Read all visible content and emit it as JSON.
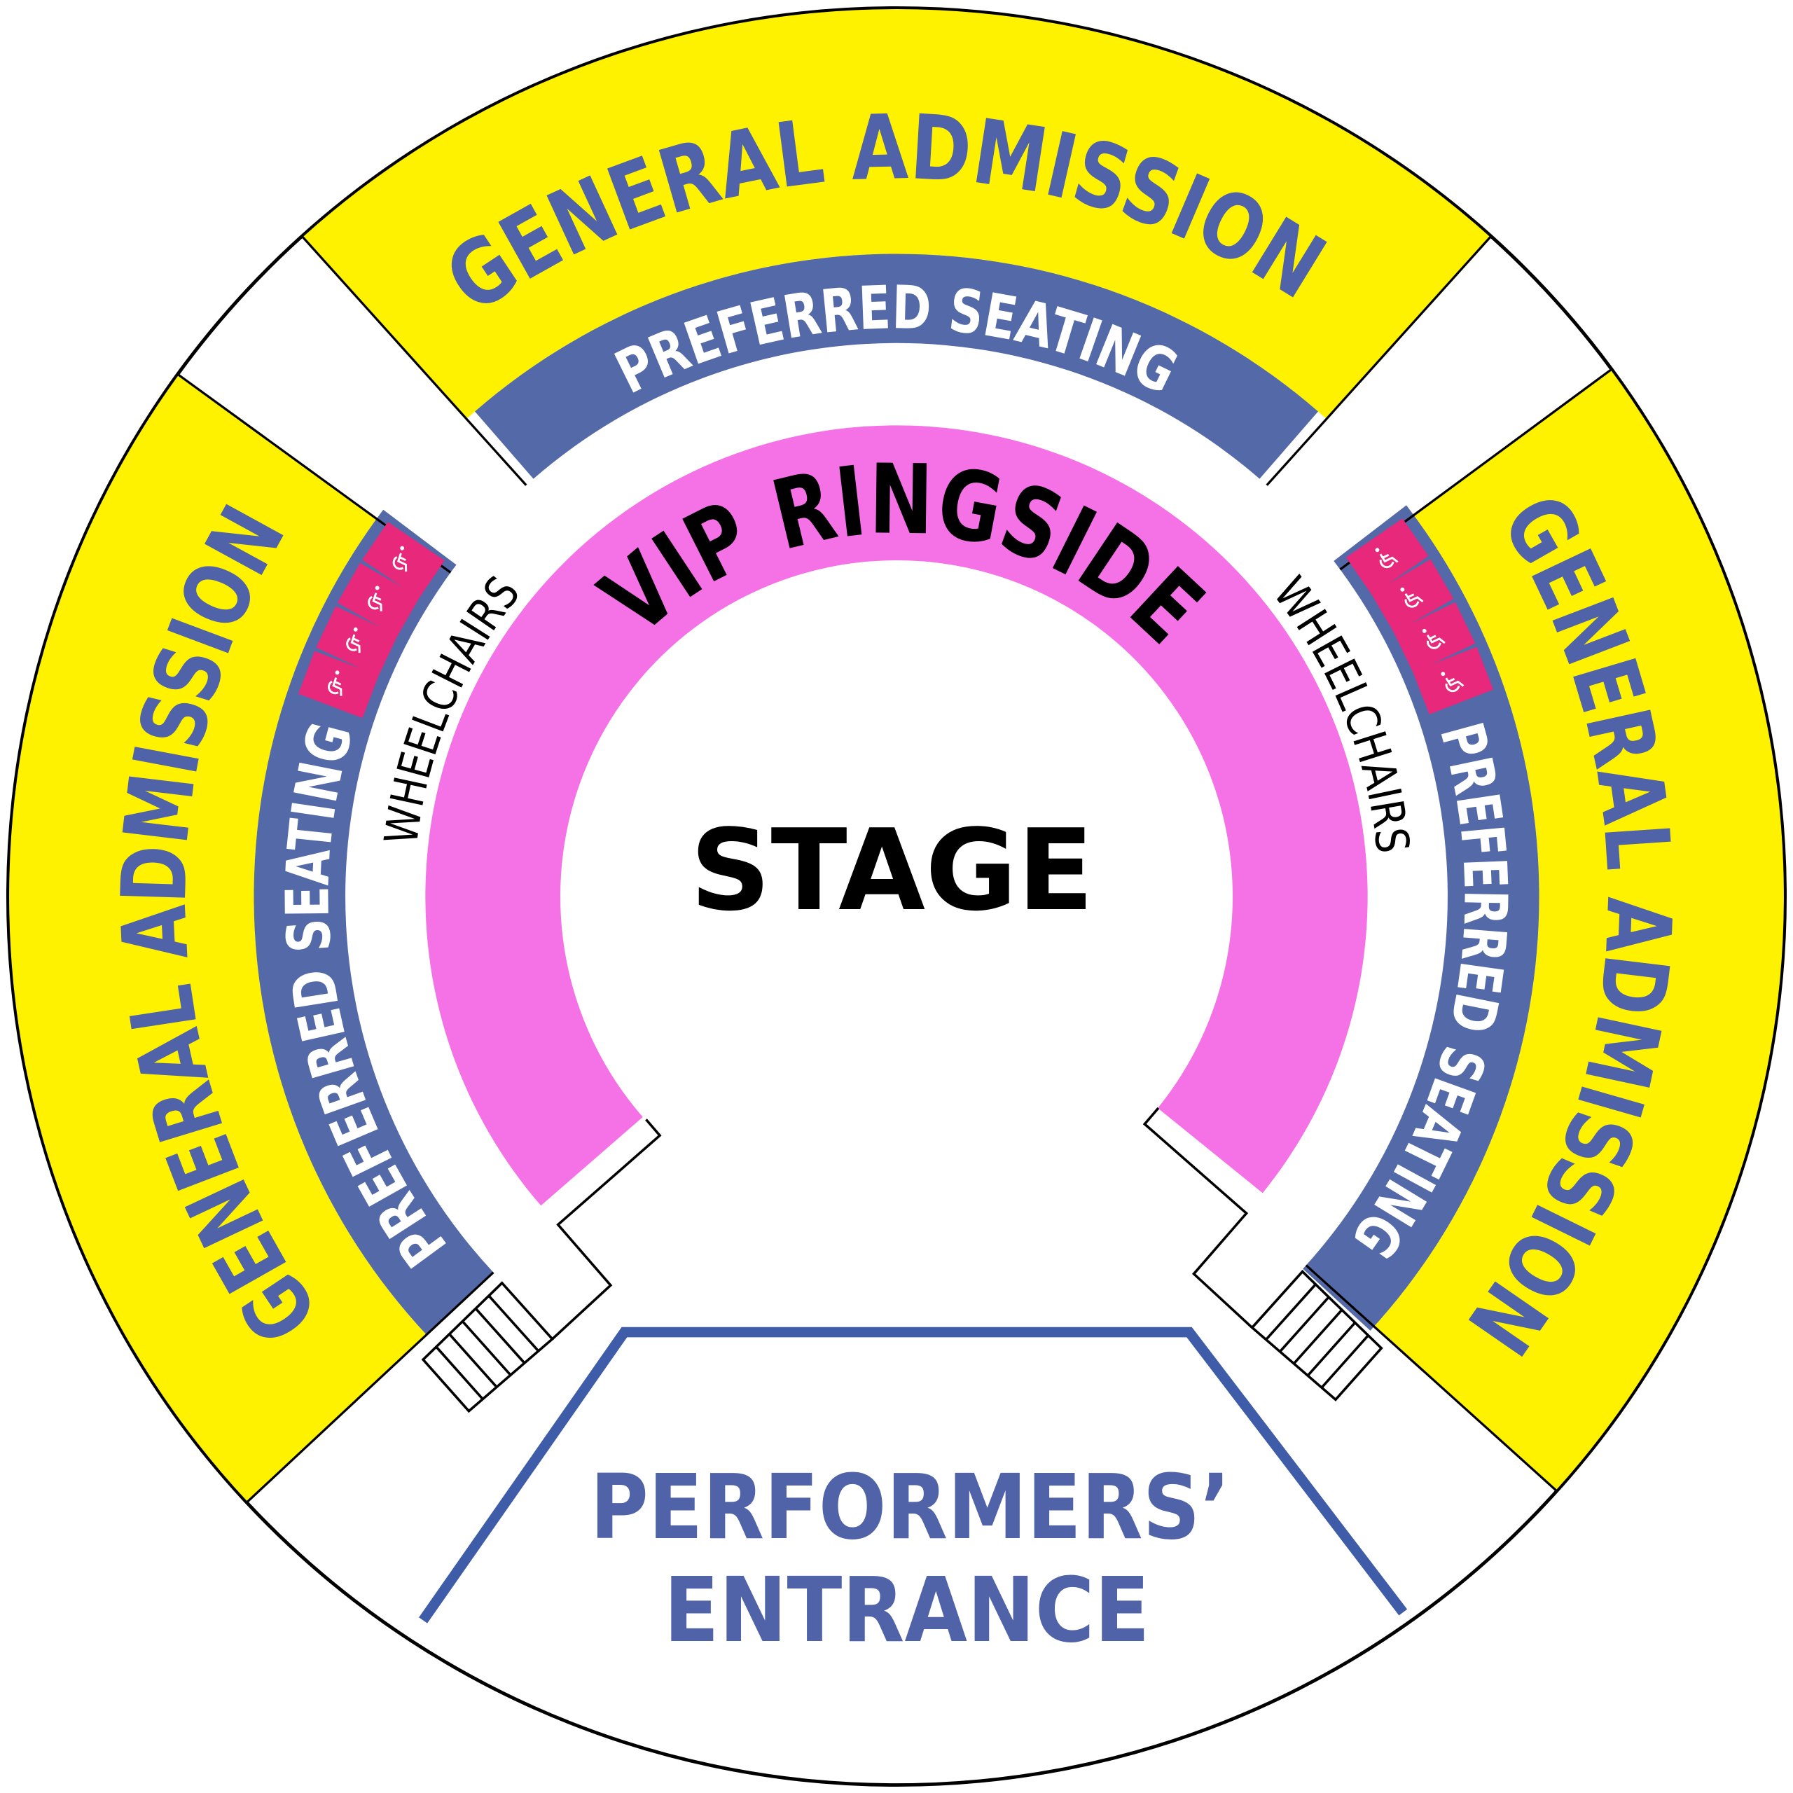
{
  "colors": {
    "general_admission": "#fff200",
    "preferred_seating": "#5369a8",
    "vip_ringside": "#f472e6",
    "wheelchair_box": "#e8287a",
    "label_blue": "#5062a8",
    "entrance_line": "#3f5ca8",
    "outline": "#000000"
  },
  "sections": {
    "general_admission_top": "GENERAL ADMISSION",
    "general_admission_left": "GENERAL ADMISSION",
    "general_admission_right": "GENERAL ADMISSION",
    "preferred_seating_top": "PREFERRED SEATING",
    "preferred_seating_left": "PREFERRED SEATING",
    "preferred_seating_right": "PREFERRED SEATING",
    "wheelchairs_left": "WHEELCHAIRS",
    "wheelchairs_right": "WHEELCHAIRS",
    "vip_ringside": "VIP RINGSIDE",
    "stage": "STAGE"
  },
  "entrance": {
    "line1": "PERFORMERS’",
    "line2": "ENTRANCE"
  },
  "icons": {
    "wheelchair_spot": "wheelchair-icon",
    "stairs": "stairs-icon"
  },
  "wheelchair_spots_per_side": 4
}
